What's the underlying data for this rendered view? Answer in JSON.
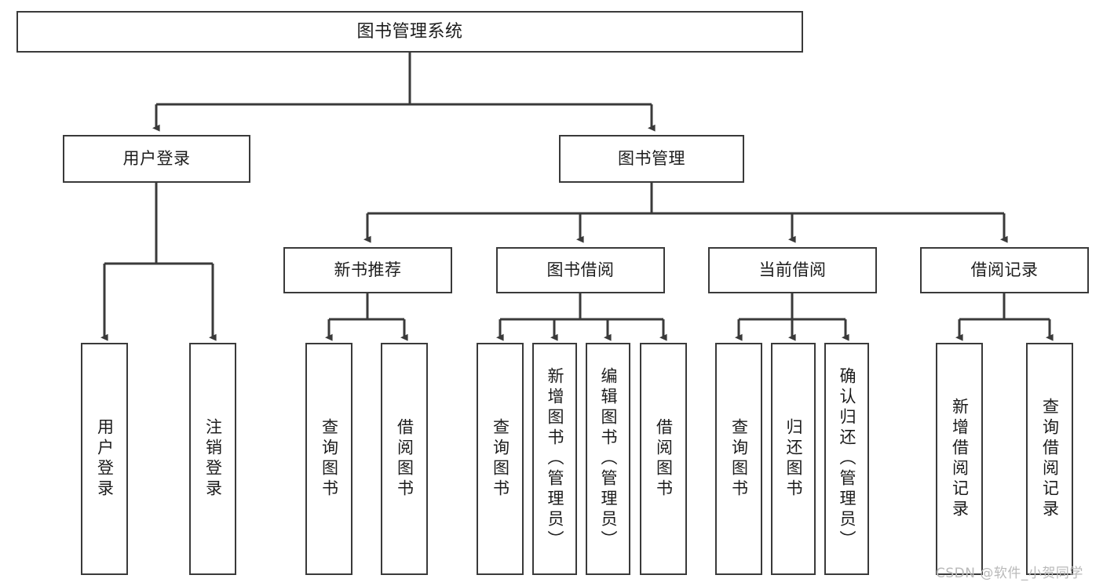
{
  "diagram": {
    "title": "图书管理系统",
    "type": "tree-hierarchy",
    "background_color": "#ffffff",
    "border_color": "#3a3a3a",
    "text_color": "#1c1c1c"
  },
  "root": {
    "label": "图书管理系统"
  },
  "level2": [
    {
      "label": "用户登录"
    },
    {
      "label": "图书管理"
    }
  ],
  "level3": [
    {
      "label": "新书推荐"
    },
    {
      "label": "图书借阅"
    },
    {
      "label": "当前借阅"
    },
    {
      "label": "借阅记录"
    }
  ],
  "leaves": [
    {
      "label": "用户登录",
      "parent": "用户登录"
    },
    {
      "label": "注销登录",
      "parent": "用户登录"
    },
    {
      "label": "查询图书",
      "parent": "新书推荐"
    },
    {
      "label": "借阅图书",
      "parent": "新书推荐"
    },
    {
      "label": "查询图书",
      "parent": "图书借阅"
    },
    {
      "label": "新增图书（管理员）",
      "parent": "图书借阅"
    },
    {
      "label": "编辑图书（管理员）",
      "parent": "图书借阅"
    },
    {
      "label": "借阅图书",
      "parent": "图书借阅"
    },
    {
      "label": "查询图书",
      "parent": "当前借阅"
    },
    {
      "label": "归还图书",
      "parent": "当前借阅"
    },
    {
      "label": "确认归还（管理员）",
      "parent": "当前借阅"
    },
    {
      "label": "新增借阅记录",
      "parent": "借阅记录"
    },
    {
      "label": "查询借阅记录",
      "parent": "借阅记录"
    }
  ],
  "watermark": {
    "text": "CSDN @软件_小贺同学"
  }
}
